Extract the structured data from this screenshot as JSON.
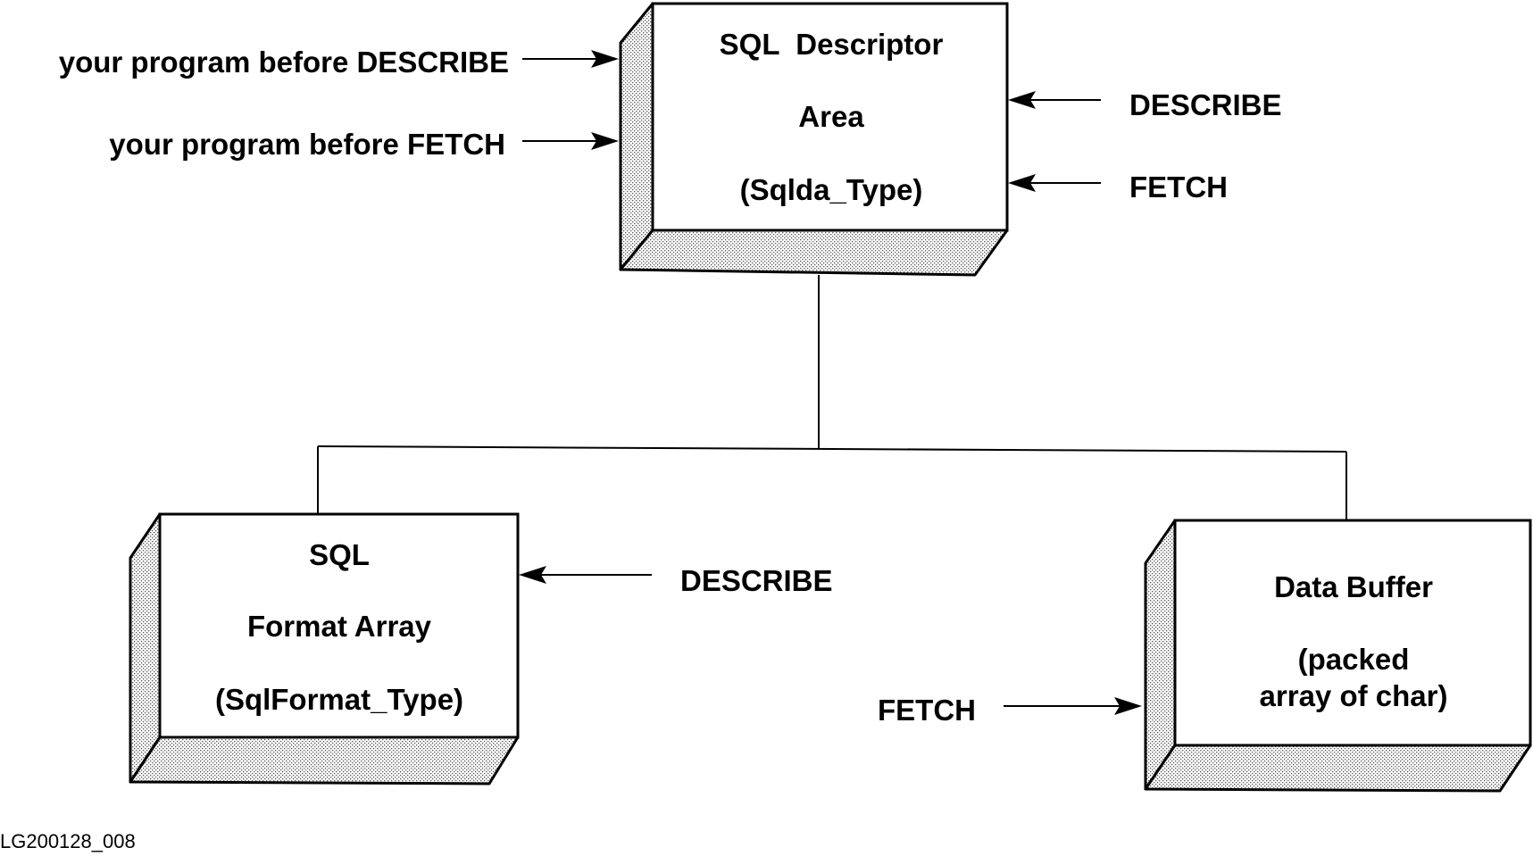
{
  "descriptor_box": {
    "line1": "SQL  Descriptor",
    "line2": "Area",
    "line3": "(Sqlda_Type)"
  },
  "format_box": {
    "line1": "SQL",
    "line2": "Format Array",
    "line3": "(SqlFormat_Type)"
  },
  "buffer_box": {
    "line1": "Data Buffer",
    "line2": "(packed",
    "line3": "array of char)"
  },
  "arrows": {
    "before_describe": "your program before DESCRIBE",
    "before_fetch": "your program before FETCH",
    "sqlda_describe": "DESCRIBE",
    "sqlda_fetch": "FETCH",
    "format_describe": "DESCRIBE",
    "buffer_fetch": "FETCH"
  },
  "figure_id": "LG200128_008"
}
